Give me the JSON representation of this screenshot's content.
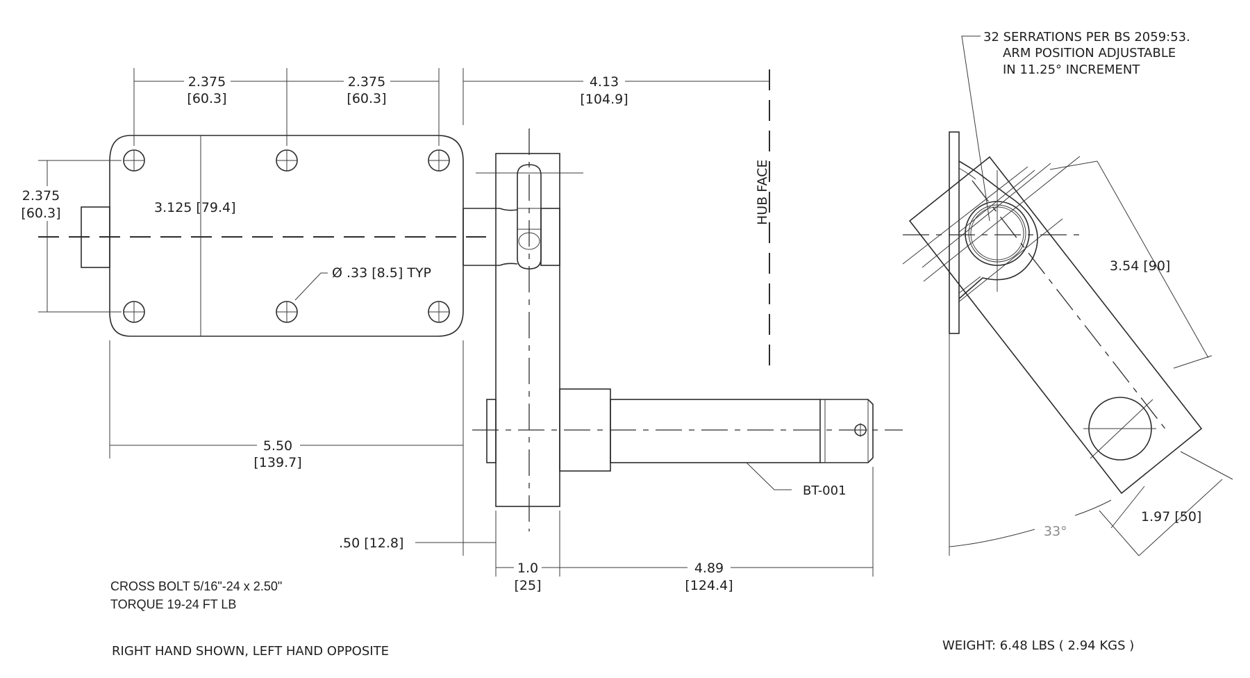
{
  "dims": {
    "hole_spacing_1": "2.375",
    "hole_spacing_1_mm": "[60.3]",
    "hole_spacing_2": "2.375",
    "hole_spacing_2_mm": "[60.3]",
    "vertical_spacing": "2.375",
    "vertical_spacing_mm": "[60.3]",
    "plate_height": "3.125 [79.4]",
    "hole_dia": "Ø .33 [8.5] TYP",
    "plate_width": "5.50",
    "plate_width_mm": "[139.7]",
    "hub_offset": "4.13",
    "hub_offset_mm": "[104.9]",
    "hub_face": "HUB FACE",
    "part_label": "BT-001",
    "gap": ".50 [12.8]",
    "arm_thickness": "1.0",
    "arm_thickness_mm": "[25]",
    "shaft_length": "4.89",
    "shaft_length_mm": "[124.4]",
    "arm_center": "3.54 [90]",
    "arm_width": "1.97 [50]",
    "angle": "33°"
  },
  "notes": {
    "serrations_1": "32 SERRATIONS PER BS 2059:53.",
    "serrations_2": "ARM POSITION ADJUSTABLE",
    "serrations_3": "IN 11.25° INCREMENT",
    "cross_bolt": "CROSS BOLT 5/16\"-24 x 2.50\"",
    "torque": "TORQUE 19-24 FT LB",
    "hand": "RIGHT HAND SHOWN, LEFT HAND OPPOSITE",
    "weight": "WEIGHT: 6.48 LBS ( 2.94 KGS )"
  }
}
